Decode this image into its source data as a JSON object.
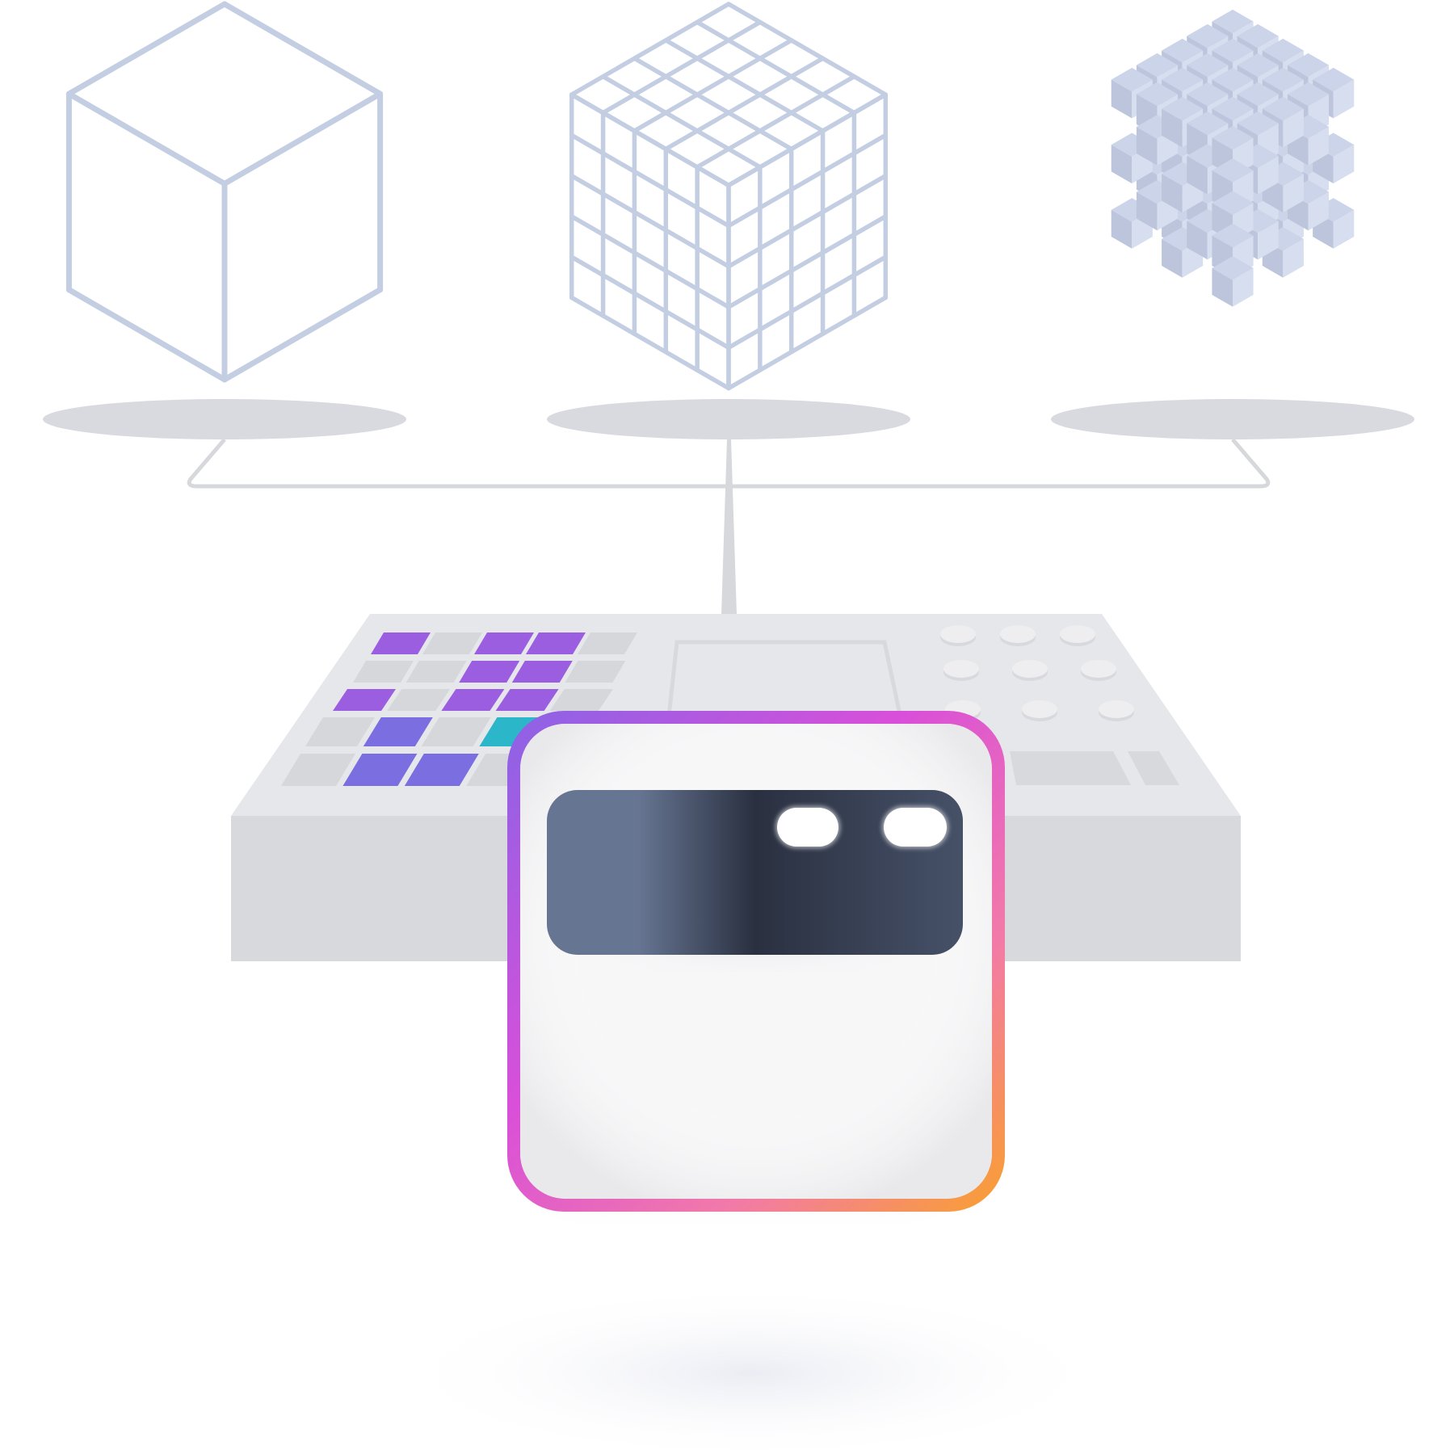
{
  "colors": {
    "background": "#ffffff",
    "cube_stroke": "#c4cee2",
    "cube_face_top": "#cbd4e8",
    "cube_face_left": "#bcc5dc",
    "cube_face_right": "#d6deef",
    "shadow": "#d9dadf",
    "connector": "#d7d8dc",
    "device_top": "#e6e7ea",
    "device_front": "#d8d9dd",
    "pad_idle": "#d6d7db",
    "pad_purple": "#9b5ee0",
    "pad_violet": "#7a6ee0",
    "pad_teal": "#2bb7c9",
    "knob": "#eeeef0",
    "app_border_gradient": [
      "#8a63e6",
      "#d94fd9",
      "#f27aa8",
      "#f9a02e"
    ],
    "app_surface": "#f7f7f8",
    "app_screen_dark": "#2a3040",
    "app_screen_light": "#667592",
    "app_pill": "#ffffff"
  },
  "icons": {
    "cube_single": "wireframe-cube-icon",
    "cube_grid": "grid-cube-icon",
    "cube_voxels": "voxel-cube-icon",
    "device": "drum-machine-icon",
    "app_tile": "app-window-icon"
  },
  "pad_grid": {
    "rows": 5,
    "cols": 5,
    "states": [
      [
        "purple",
        "idle",
        "purple",
        "purple",
        "idle"
      ],
      [
        "idle",
        "idle",
        "purple",
        "purple",
        "idle"
      ],
      [
        "purple",
        "idle",
        "purple",
        "purple",
        "idle"
      ],
      [
        "idle",
        "violet",
        "idle",
        "teal",
        "idle"
      ],
      [
        "idle",
        "violet",
        "violet",
        "idle",
        "idle"
      ]
    ]
  },
  "knobs": {
    "rows": 3,
    "cols": 3
  }
}
